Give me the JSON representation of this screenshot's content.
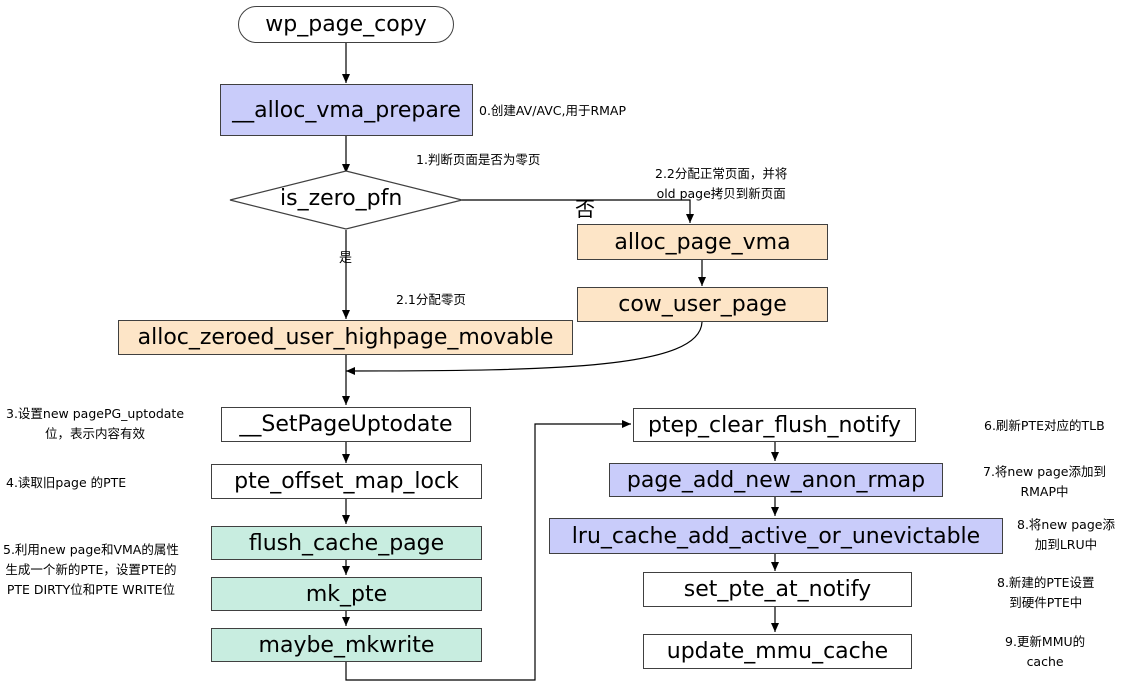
{
  "nodes": {
    "wp_page_copy": "wp_page_copy",
    "alloc_vma_prepare": "__alloc_vma_prepare",
    "is_zero_pfn": "is_zero_pfn",
    "alloc_page_vma": "alloc_page_vma",
    "cow_user_page": "cow_user_page",
    "alloc_zeroed": "alloc_zeroed_user_highpage_movable",
    "set_page_uptodate": "__SetPageUptodate",
    "pte_offset_map_lock": "pte_offset_map_lock",
    "flush_cache_page": "flush_cache_page",
    "mk_pte": "mk_pte",
    "maybe_mkwrite": "maybe_mkwrite",
    "ptep_clear_flush_notify": "ptep_clear_flush_notify",
    "page_add_new_anon_rmap": "page_add_new_anon_rmap",
    "lru_cache_add": "lru_cache_add_active_or_unevictable",
    "set_pte_at_notify": "set_pte_at_notify",
    "update_mmu_cache": "update_mmu_cache"
  },
  "branches": {
    "no": "否",
    "yes": "是"
  },
  "notes": {
    "n0": "0.创建AV/AVC,用于RMAP",
    "n1": "1.判断页面是否为零页",
    "n22_line1": "2.2分配正常页面，并将",
    "n22_line2": "old page拷贝到新页面",
    "n21": "2.1分配零页",
    "n3_line1": "3.设置new pagePG_uptodate",
    "n3_line2": "位，表示内容有效",
    "n4": "4.读取旧page 的PTE",
    "n5_line1": "5.利用new page和VMA的属性",
    "n5_line2": "生成一个新的PTE，设置PTE的",
    "n5_line3": "PTE DIRTY位和PTE WRITE位",
    "n6": "6.刷新PTE对应的TLB",
    "n7_line1": "7.将new page添加到",
    "n7_line2": "RMAP中",
    "n8a_line1": "8.将new page添",
    "n8a_line2": "加到LRU中",
    "n8b_line1": "8.新建的PTE设置",
    "n8b_line2": "到硬件PTE中",
    "n9_line1": "9.更新MMU的",
    "n9_line2": "cache"
  },
  "colors": {
    "purple": "#c9ccfa",
    "orange": "#fde5c7",
    "teal": "#c8ede0",
    "line": "#000000"
  }
}
